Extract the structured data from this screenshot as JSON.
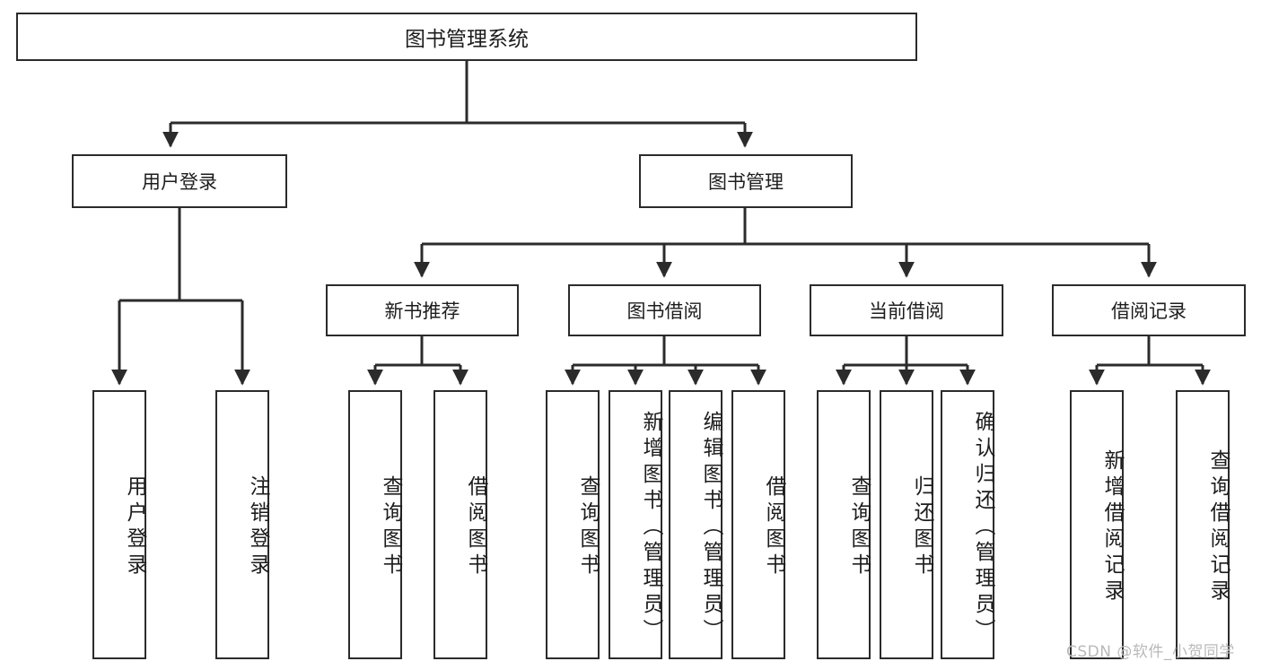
{
  "diagram": {
    "type": "tree-hierarchy-chart",
    "title_node": {
      "id": "root",
      "label": "图书管理系统"
    },
    "level2": [
      {
        "id": "user-login",
        "label": "用户登录"
      },
      {
        "id": "book-management",
        "label": "图书管理"
      }
    ],
    "level3": [
      {
        "id": "new-book-recommend",
        "label": "新书推荐",
        "parent": "book-management"
      },
      {
        "id": "book-borrow",
        "label": "图书借阅",
        "parent": "book-management"
      },
      {
        "id": "current-borrow",
        "label": "当前借阅",
        "parent": "book-management"
      },
      {
        "id": "borrow-record",
        "label": "借阅记录",
        "parent": "book-management"
      }
    ],
    "leaves": [
      {
        "id": "leaf-user-login",
        "label": "用户登录",
        "parent": "user-login"
      },
      {
        "id": "leaf-logout-login",
        "label": "注销登录",
        "parent": "user-login"
      },
      {
        "id": "leaf-query-book-1",
        "label": "查询图书",
        "parent": "new-book-recommend"
      },
      {
        "id": "leaf-borrow-book-1",
        "label": "借阅图书",
        "parent": "new-book-recommend"
      },
      {
        "id": "leaf-query-book-2",
        "label": "查询图书",
        "parent": "book-borrow"
      },
      {
        "id": "leaf-add-book",
        "label": "新增图书（管理员）",
        "parent": "book-borrow"
      },
      {
        "id": "leaf-edit-book",
        "label": "编辑图书（管理员）",
        "parent": "book-borrow"
      },
      {
        "id": "leaf-borrow-book-2",
        "label": "借阅图书",
        "parent": "book-borrow"
      },
      {
        "id": "leaf-query-book-3",
        "label": "查询图书",
        "parent": "current-borrow"
      },
      {
        "id": "leaf-return-book",
        "label": "归还图书",
        "parent": "current-borrow"
      },
      {
        "id": "leaf-confirm-return",
        "label": "确认归还（管理员）",
        "parent": "current-borrow"
      },
      {
        "id": "leaf-add-record",
        "label": "新增借阅记录",
        "parent": "borrow-record"
      },
      {
        "id": "leaf-query-record",
        "label": "查询借阅记录",
        "parent": "borrow-record"
      }
    ],
    "colors": {
      "box_border": "#2b2b2b",
      "box_fill": "#ffffff",
      "connector": "#2b2b2b",
      "text": "#1d1d1d",
      "watermark": "#b9b9b9",
      "background": "#ffffff"
    }
  },
  "watermark": {
    "text": "CSDN @软件_小贺同学"
  }
}
